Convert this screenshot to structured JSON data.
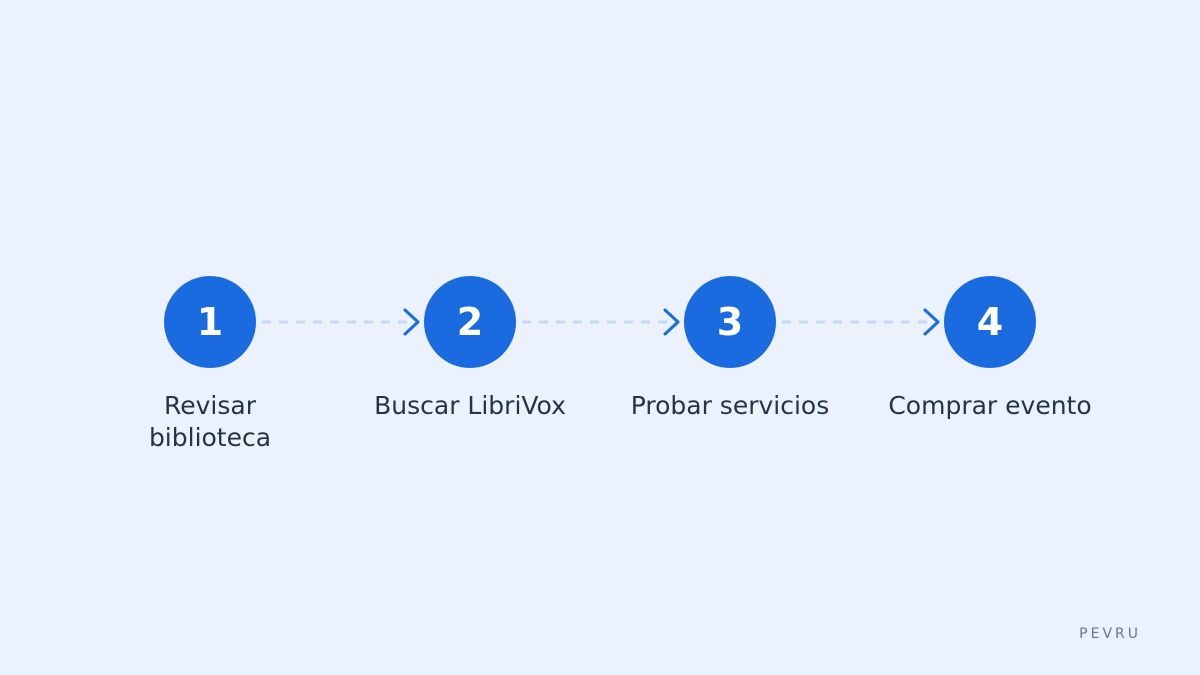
{
  "diagram": {
    "steps": [
      {
        "number": "1",
        "label": "Revisar biblioteca"
      },
      {
        "number": "2",
        "label": "Buscar LibriVox"
      },
      {
        "number": "3",
        "label": "Probar servicios"
      },
      {
        "number": "4",
        "label": "Comprar evento"
      }
    ],
    "connector_style": "dashed-arrow",
    "colors": {
      "background": "#ebf2fe",
      "circle": "#1a6be0",
      "number": "#ffffff",
      "label": "#243447",
      "dash": "#c7d8f5",
      "arrow": "#1a6be0"
    }
  },
  "brand": "PEVRU"
}
